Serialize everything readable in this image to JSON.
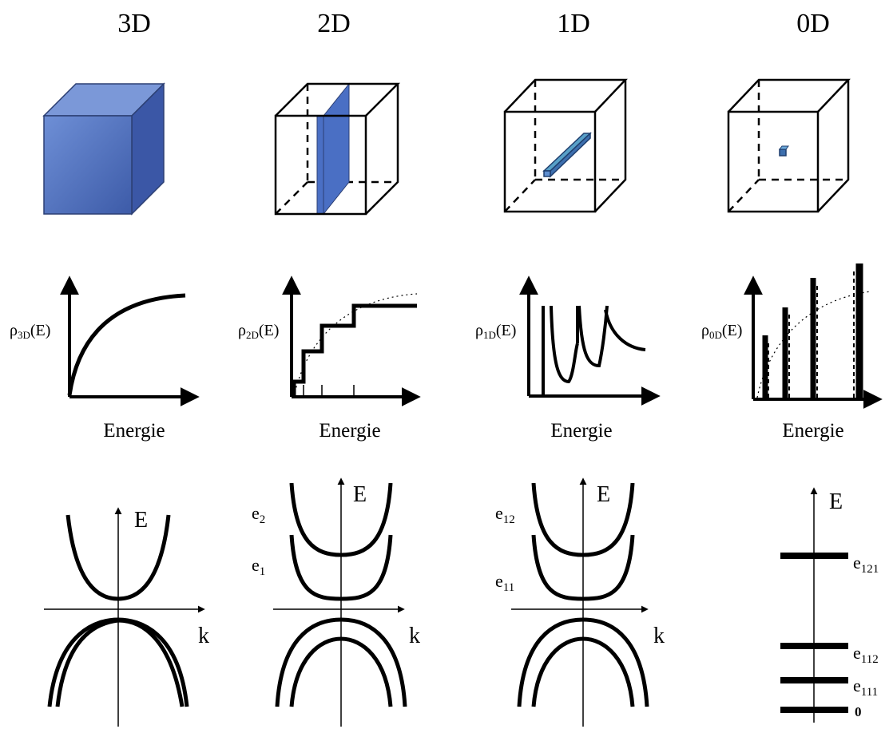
{
  "columns": [
    {
      "title": "3D",
      "dos_label": "ρ",
      "dos_sub": "3D",
      "dos_arg": "(E)",
      "x_label": "Energie"
    },
    {
      "title": "2D",
      "dos_label": "ρ",
      "dos_sub": "2D",
      "dos_arg": "(E)",
      "x_label": "Energie"
    },
    {
      "title": "1D",
      "dos_label": "ρ",
      "dos_sub": "1D",
      "dos_arg": "(E)",
      "x_label": "Energie"
    },
    {
      "title": "0D",
      "dos_label": "ρ",
      "dos_sub": "0D",
      "dos_arg": "(E)",
      "x_label": "Energie"
    }
  ],
  "bands": {
    "axis_e": "E",
    "axis_k": "k",
    "b2d": {
      "e2": "e",
      "e2_sub": "2",
      "e1": "e",
      "e1_sub": "1"
    },
    "b1d": {
      "e12": "e",
      "e12_sub": "12",
      "e11": "e",
      "e11_sub": "11"
    },
    "b0d": {
      "e121": "e",
      "e121_sub": "121",
      "e112": "e",
      "e112_sub": "112",
      "e111": "e",
      "e111_sub": "111",
      "zero": "0"
    }
  },
  "colors": {
    "structure_blue": "#4a6fc4",
    "structure_dark": "#2f4f9a",
    "ink": "#000000"
  }
}
